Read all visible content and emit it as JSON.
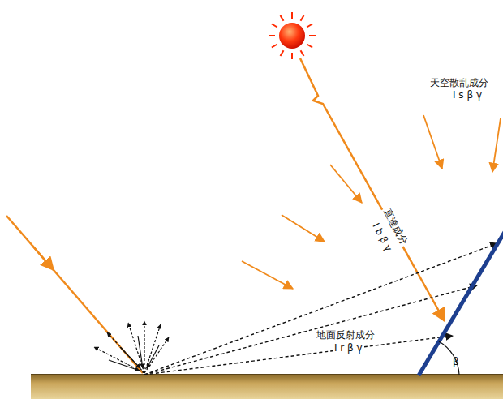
{
  "diagram": {
    "labels": [
      "天空散乱成分",
      "I s β γ",
      "直達成分",
      "I b β γ",
      "地面反射成分",
      "I r β γ",
      "β"
    ]
  }
}
